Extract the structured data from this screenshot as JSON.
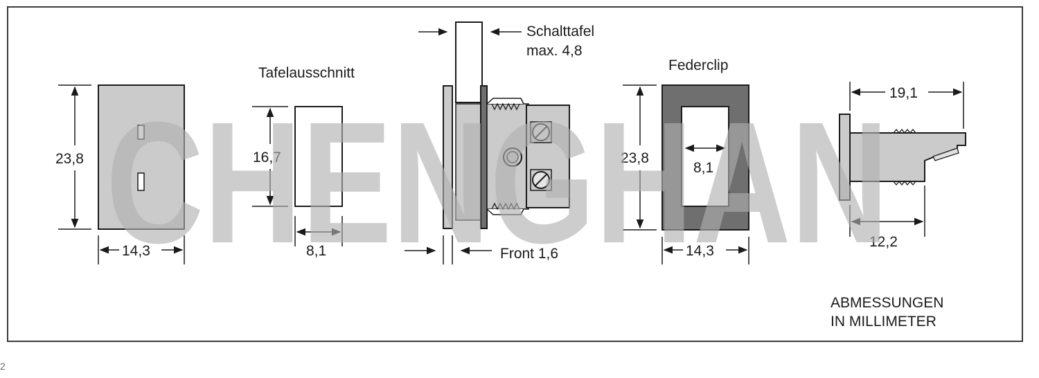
{
  "watermark": "CHENGHAN",
  "labels": {
    "part1_height": "23,8",
    "part1_width": "14,3",
    "cutout_title": "Tafelausschnitt",
    "cutout_height": "16,7",
    "cutout_width": "8,1",
    "panel_label_1": "Schalttafel",
    "panel_label_2": "max. 4,8",
    "front_label": "Front 1,6",
    "clip_title": "Federclip",
    "clip_height": "23,8",
    "clip_inner_width": "8,1",
    "clip_width": "14,3",
    "side_length": "19,1",
    "side_depth": "12,2",
    "units_line1": "ABMESSUNGEN",
    "units_line2": "IN MILLIMETER"
  },
  "page_number": "2",
  "colors": {
    "part_fill": "#cbcbcb",
    "clip_fill": "#6f6f6f",
    "stroke": "#1a1a1a",
    "border": "#3a3a3a"
  }
}
